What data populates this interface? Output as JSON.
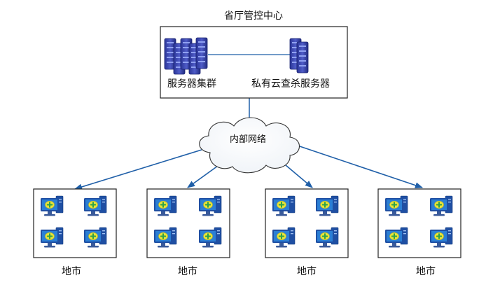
{
  "center": {
    "title": "省厅管控中心",
    "server_cluster_label": "服务器集群",
    "private_cloud_label": "私有云查杀服务器"
  },
  "network": {
    "label": "内部网络"
  },
  "cities": [
    {
      "label": "地市"
    },
    {
      "label": "地市"
    },
    {
      "label": "地市"
    },
    {
      "label": "地市"
    }
  ],
  "colors": {
    "connector": "#1f5fa8",
    "server_dark": "#2a3596",
    "server_light": "#5c6ad8",
    "monitor_frame": "#1f4fa3",
    "monitor_screen": "#2b7fd4",
    "security_badge": "#e8e33a",
    "security_plus": "#2aa24a"
  },
  "icons": [
    "server-rack-icon",
    "server-icon",
    "cloud-icon",
    "computer-icon",
    "security-shield-icon"
  ]
}
